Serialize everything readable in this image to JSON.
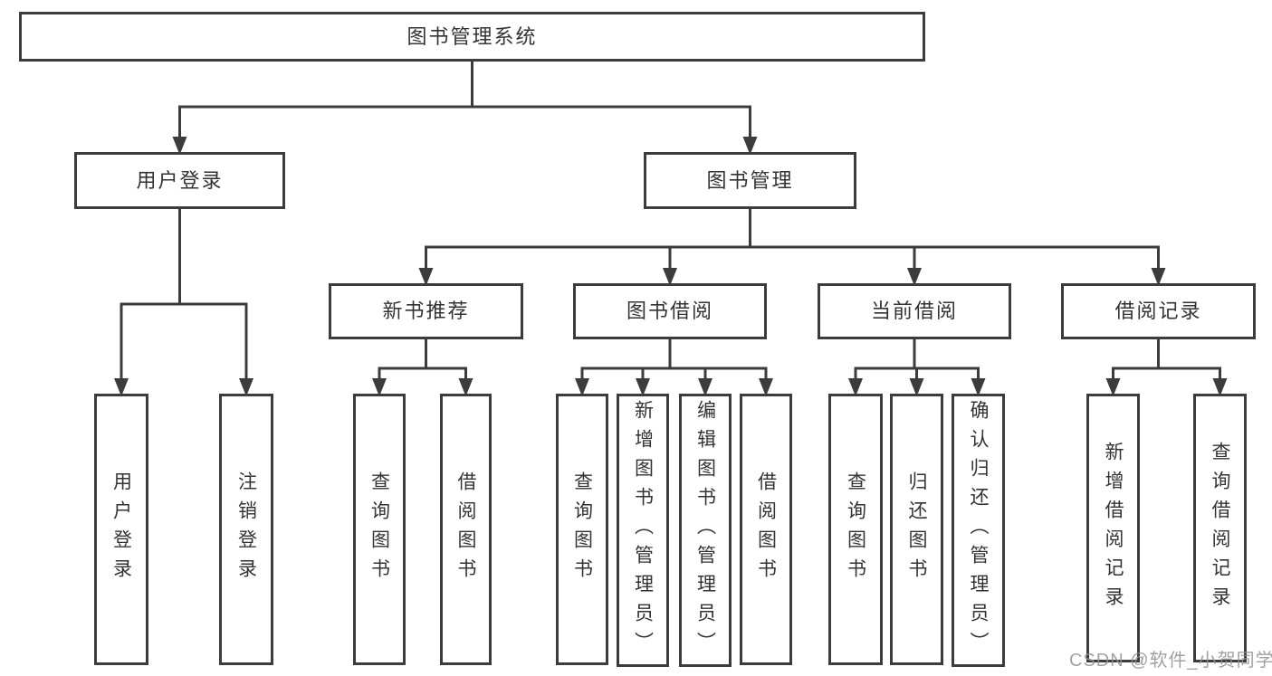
{
  "diagram": {
    "title": "图书管理系统",
    "nodes": {
      "root": {
        "label": "图书管理系统"
      },
      "user_login": {
        "label": "用户登录"
      },
      "book_mgmt": {
        "label": "图书管理"
      },
      "user_login_v": {
        "label": "用户登录"
      },
      "logout_v": {
        "label": "注销登录"
      },
      "new_book_rec": {
        "label": "新书推荐"
      },
      "book_borrow": {
        "label": "图书借阅"
      },
      "current_borrow": {
        "label": "当前借阅"
      },
      "borrow_records": {
        "label": "借阅记录"
      },
      "nbr_query": {
        "label": "查询图书"
      },
      "nbr_borrow": {
        "label": "借阅图书"
      },
      "bb_query": {
        "label": "查询图书"
      },
      "bb_add": {
        "label": "新增图书（管理员）"
      },
      "bb_edit": {
        "label": "编辑图书（管理员）"
      },
      "bb_borrow": {
        "label": "借阅图书"
      },
      "cb_query": {
        "label": "查询图书"
      },
      "cb_return": {
        "label": "归还图书"
      },
      "cb_confirm": {
        "label": "确认归还（管理员）"
      },
      "br_add": {
        "label": "新增借阅记录"
      },
      "br_query": {
        "label": "查询借阅记录"
      }
    },
    "edges": [
      {
        "from": "root",
        "to": "user_login"
      },
      {
        "from": "root",
        "to": "book_mgmt"
      },
      {
        "from": "user_login",
        "to": "user_login_v"
      },
      {
        "from": "user_login",
        "to": "logout_v"
      },
      {
        "from": "book_mgmt",
        "to": "new_book_rec"
      },
      {
        "from": "book_mgmt",
        "to": "book_borrow"
      },
      {
        "from": "book_mgmt",
        "to": "current_borrow"
      },
      {
        "from": "book_mgmt",
        "to": "borrow_records"
      },
      {
        "from": "new_book_rec",
        "to": "nbr_query"
      },
      {
        "from": "new_book_rec",
        "to": "nbr_borrow"
      },
      {
        "from": "book_borrow",
        "to": "bb_query"
      },
      {
        "from": "book_borrow",
        "to": "bb_add"
      },
      {
        "from": "book_borrow",
        "to": "bb_edit"
      },
      {
        "from": "book_borrow",
        "to": "bb_borrow"
      },
      {
        "from": "current_borrow",
        "to": "cb_query"
      },
      {
        "from": "current_borrow",
        "to": "cb_return"
      },
      {
        "from": "current_borrow",
        "to": "cb_confirm"
      },
      {
        "from": "borrow_records",
        "to": "br_add"
      },
      {
        "from": "borrow_records",
        "to": "br_query"
      }
    ],
    "line_color": "#3c3c3c",
    "box_fill": "#ffffff",
    "text_color": "#333333"
  },
  "watermark": {
    "text": "CSDN @软件_小贺同学"
  }
}
